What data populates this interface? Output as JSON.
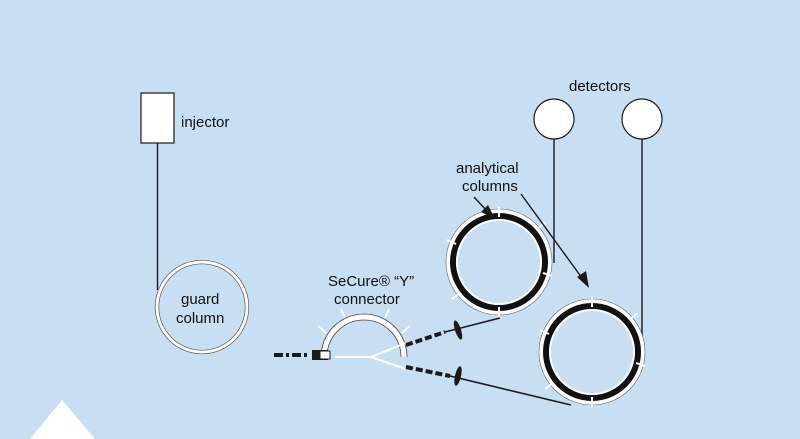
{
  "colors": {
    "background": "#c7def3",
    "line": "#1a1a1a",
    "component_fill": "#ffffff",
    "column_band": "#111111"
  },
  "labels": {
    "injector": "injector",
    "detectors": "detectors",
    "analytical_line1": "analytical",
    "analytical_line2": "columns",
    "guard_line1": "guard",
    "guard_line2": "column",
    "connector_line1": "SeCure® “Y”",
    "connector_line2": "connector"
  }
}
